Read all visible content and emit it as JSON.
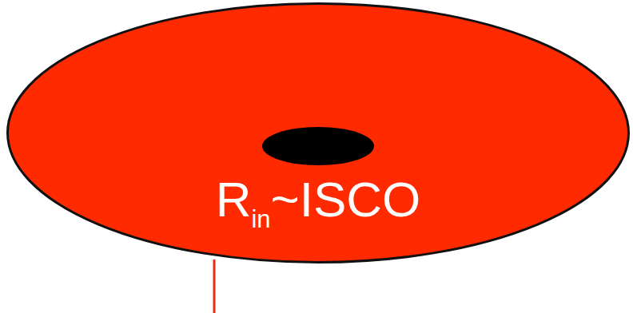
{
  "diagram": {
    "nodes": [
      {
        "text": [
          "R",
          "in",
          "~ISCO"
        ]
      }
    ]
  }
}
